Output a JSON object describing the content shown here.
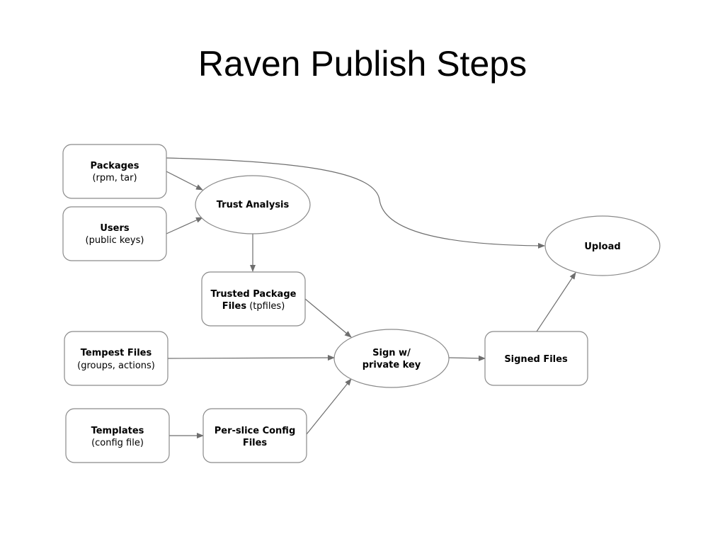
{
  "title": "Raven Publish Steps",
  "nodes": {
    "packages": {
      "bold": "Packages",
      "sub": "(rpm, tar)"
    },
    "users": {
      "bold": "Users",
      "sub": "(public keys)"
    },
    "trust_analysis": {
      "bold": "Trust Analysis"
    },
    "trusted_package_files": {
      "bold_line1": "Trusted Package",
      "bold_line2": "Files",
      "sub_line2": " (tpfiles)"
    },
    "tempest_files": {
      "bold": "Tempest Files",
      "sub": "(groups, actions)"
    },
    "templates": {
      "bold": "Templates",
      "sub": "(config file)"
    },
    "per_slice_config_files": {
      "bold_line1": "Per-slice Config",
      "bold_line2": "Files"
    },
    "sign": {
      "bold_line1": "Sign w/",
      "bold_line2": "private key"
    },
    "signed_files": {
      "bold": "Signed Files"
    },
    "upload": {
      "bold": "Upload"
    }
  },
  "edges": [
    {
      "from": "packages",
      "to": "trust_analysis"
    },
    {
      "from": "users",
      "to": "trust_analysis"
    },
    {
      "from": "packages",
      "to": "upload"
    },
    {
      "from": "trust_analysis",
      "to": "trusted_package_files"
    },
    {
      "from": "trusted_package_files",
      "to": "sign"
    },
    {
      "from": "tempest_files",
      "to": "sign"
    },
    {
      "from": "templates",
      "to": "per_slice_config_files"
    },
    {
      "from": "per_slice_config_files",
      "to": "sign"
    },
    {
      "from": "sign",
      "to": "signed_files"
    },
    {
      "from": "signed_files",
      "to": "upload"
    }
  ],
  "colors": {
    "node_border": "#8a8a8a",
    "edge": "#6e6e6e",
    "text": "#000000",
    "background": "#ffffff"
  }
}
